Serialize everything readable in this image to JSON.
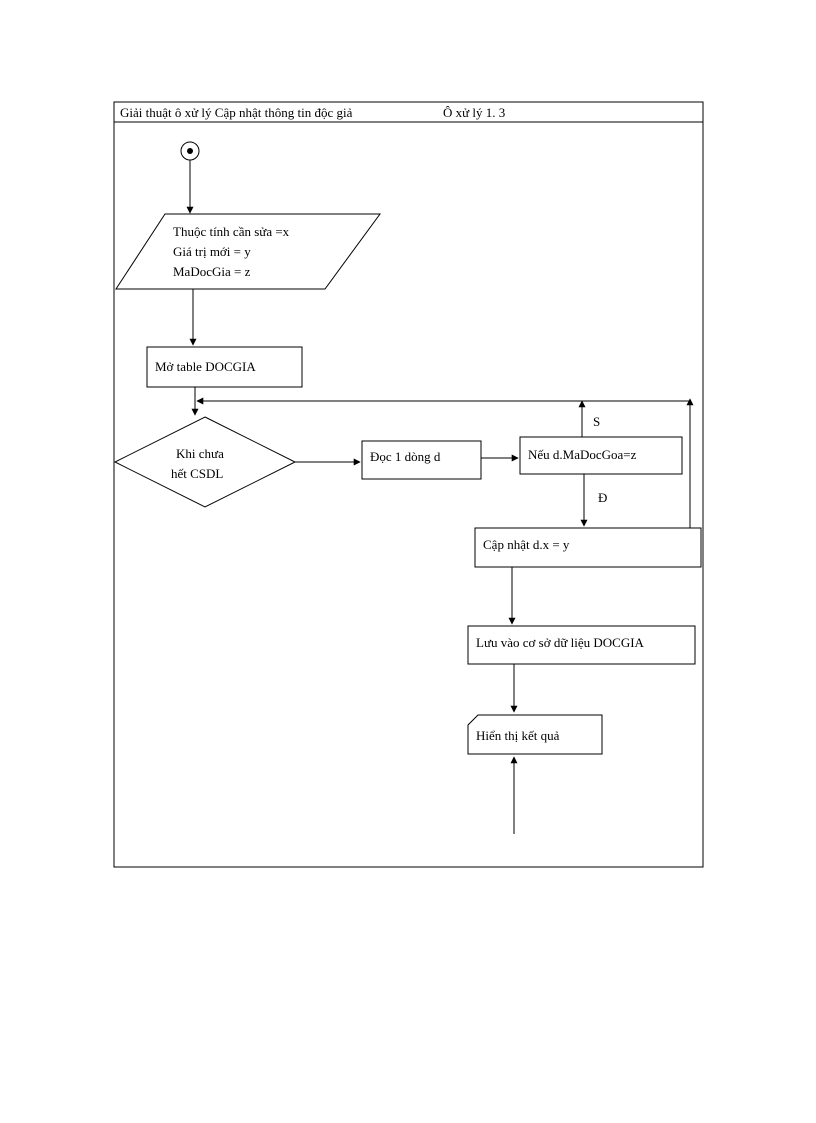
{
  "header": {
    "title": "Giải  thuật  ô xử lý  Cập nhật  thông  tin  độc giả",
    "process_id": "Ô xử lý  1. 3"
  },
  "nodes": {
    "input": {
      "line1": "Thuộc  tính  cần sửa =x",
      "line2": "Giá trị mới = y",
      "line3": "MaDocGia  = z"
    },
    "open_table": "Mở table  DOCGIA",
    "loop_condition": {
      "line1": "Khi chưa",
      "line2": "hết CSDL"
    },
    "read_row": "Đọc 1 dòng  d",
    "match_check": "Nếu d.MaDocGoa=z",
    "update": "Cập nhật  d.x = y",
    "save": "Lưu vào cơ sở dữ liệu  DOCGIA",
    "display": "Hiển thị  kết quả"
  },
  "edge_labels": {
    "false_branch": "S",
    "true_branch": "Đ"
  },
  "colors": {
    "stroke": "#000000",
    "background": "#ffffff"
  }
}
